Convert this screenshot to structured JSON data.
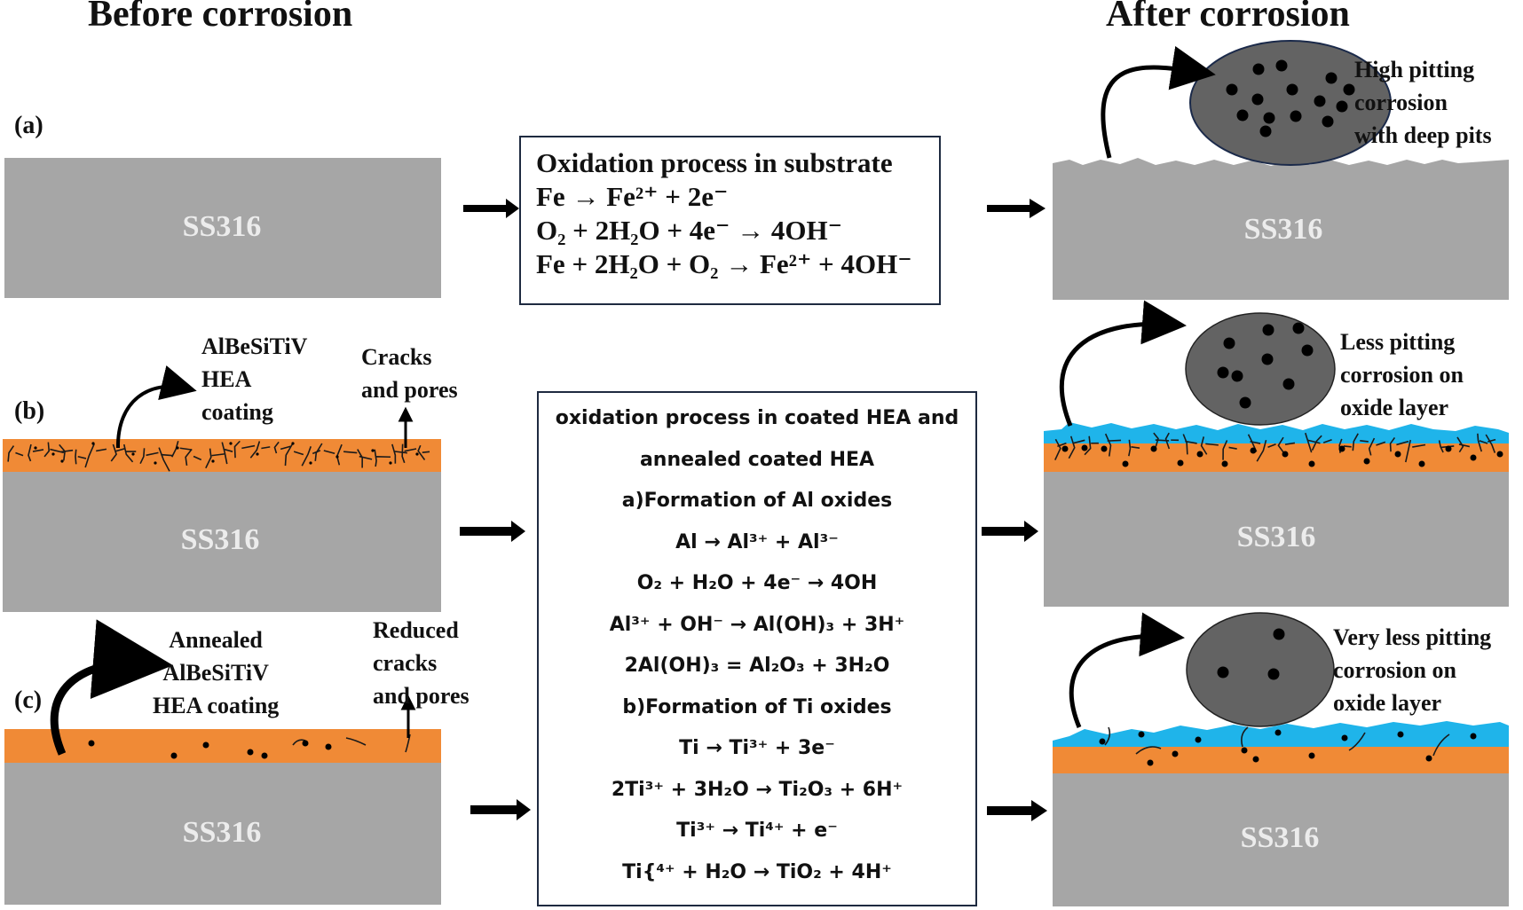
{
  "headers": {
    "before": "Before corrosion",
    "after": "After corrosion"
  },
  "panels": {
    "a": {
      "label": "(a)"
    },
    "b": {
      "label": "(b)"
    },
    "c": {
      "label": "(c)"
    }
  },
  "substrate_label": "SS316",
  "annotations": {
    "b_coating": "AlBeSiTiV\nHEA\ncoating",
    "b_defects": "Cracks\nand pores",
    "c_coating": "Annealed\nAlBeSiTiV\nHEA coating",
    "c_defects": "Reduced\ncracks\nand pores",
    "a_result": "High pitting\ncorrosion\nwith deep pits",
    "b_result": "Less pitting\ncorrosion on\noxide layer",
    "c_result": "Very less pitting\ncorrosion on\noxide layer"
  },
  "substrate_box": {
    "title": "Oxidation process in substrate",
    "lines": [
      "Fe → Fe²⁺ + 2e⁻",
      "O₂ + 2H₂O + 4e⁻ → 4OH⁻",
      "Fe + 2H₂O + O₂ → Fe²⁺ + 4OH⁻"
    ]
  },
  "hea_box": {
    "lines": [
      "oxidation process in coated HEA and",
      "annealed coated HEA",
      "a)Formation of Al oxides",
      "Al → Al³⁺ + Al³⁻",
      "O₂ + H₂O + 4e⁻ → 4OH",
      "Al³⁺ + OH⁻ → Al(OH)₃ + 3H⁺",
      "2Al(OH)₃ = Al₂O₃ + 3H₂O",
      "b)Formation of Ti oxides",
      "Ti → Ti³⁺ + 3e⁻",
      "2Ti³⁺ + 3H₂O → Ti₂O₃ + 6H⁺",
      "Ti³⁺ → Ti⁴⁺ + e⁻",
      "Ti{⁴⁺ + H₂O → TiO₂ + 4H⁺"
    ]
  },
  "colors": {
    "substrate": "#a6a6a6",
    "coating": "#f08a36",
    "oxide": "#1fb4ea",
    "pit_circle": "#636363",
    "arrow": "#000000"
  }
}
